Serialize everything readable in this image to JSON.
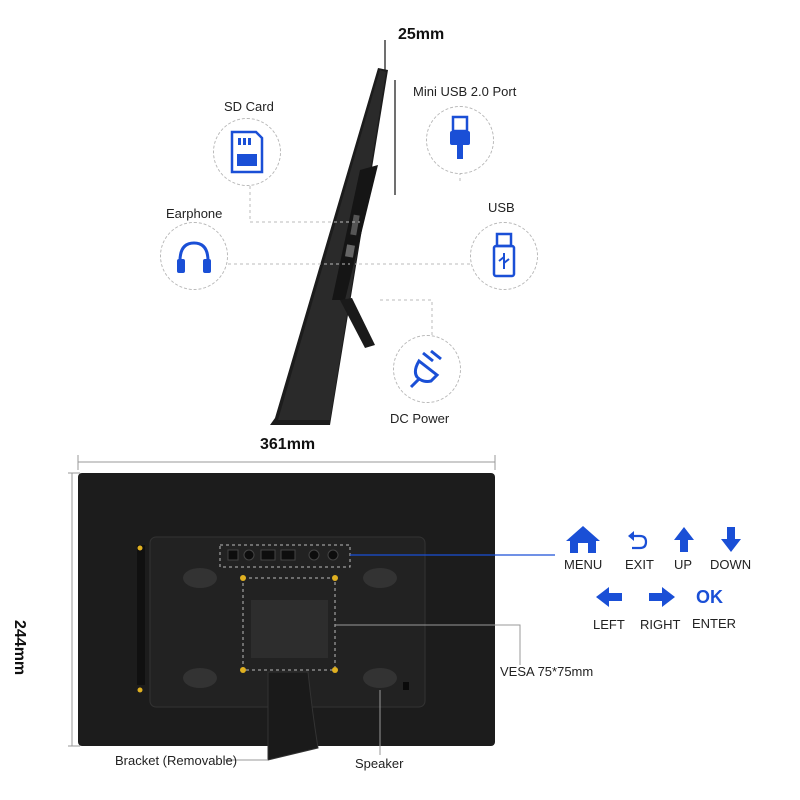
{
  "dimensions": {
    "depth": "25mm",
    "width": "361mm",
    "height": "244mm"
  },
  "ports": {
    "sd_card": "SD Card",
    "mini_usb": "Mini USB 2.0 Port",
    "earphone": "Earphone",
    "usb": "USB",
    "dc_power": "DC Power"
  },
  "controls": {
    "menu": "MENU",
    "exit": "EXIT",
    "up": "UP",
    "down": "DOWN",
    "left": "LEFT",
    "right": "RIGHT",
    "ok_symbol": "OK",
    "enter": "ENTER"
  },
  "back_labels": {
    "vesa": "VESA 75*75mm",
    "bracket": "Bracket (Removable)",
    "speaker": "Speaker"
  },
  "colors": {
    "accent": "#1a4fd6",
    "frame": "#1c1c1c"
  }
}
